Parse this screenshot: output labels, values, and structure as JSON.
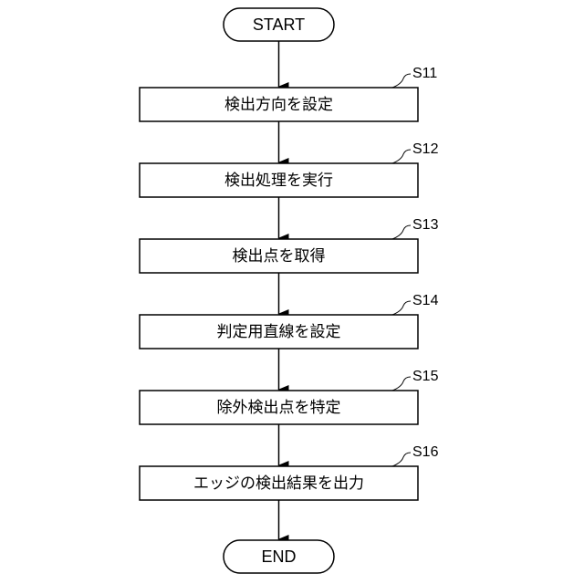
{
  "start_label": "START",
  "end_label": "END",
  "steps": [
    {
      "id": "S11",
      "text": "検出方向を設定"
    },
    {
      "id": "S12",
      "text": "検出処理を実行"
    },
    {
      "id": "S13",
      "text": "検出点を取得"
    },
    {
      "id": "S14",
      "text": "判定用直線を設定"
    },
    {
      "id": "S15",
      "text": "除外検出点を特定"
    },
    {
      "id": "S16",
      "text": "エッジの検出結果を出力"
    }
  ],
  "colors": {
    "line": "#000000",
    "fill": "#ffffff"
  }
}
